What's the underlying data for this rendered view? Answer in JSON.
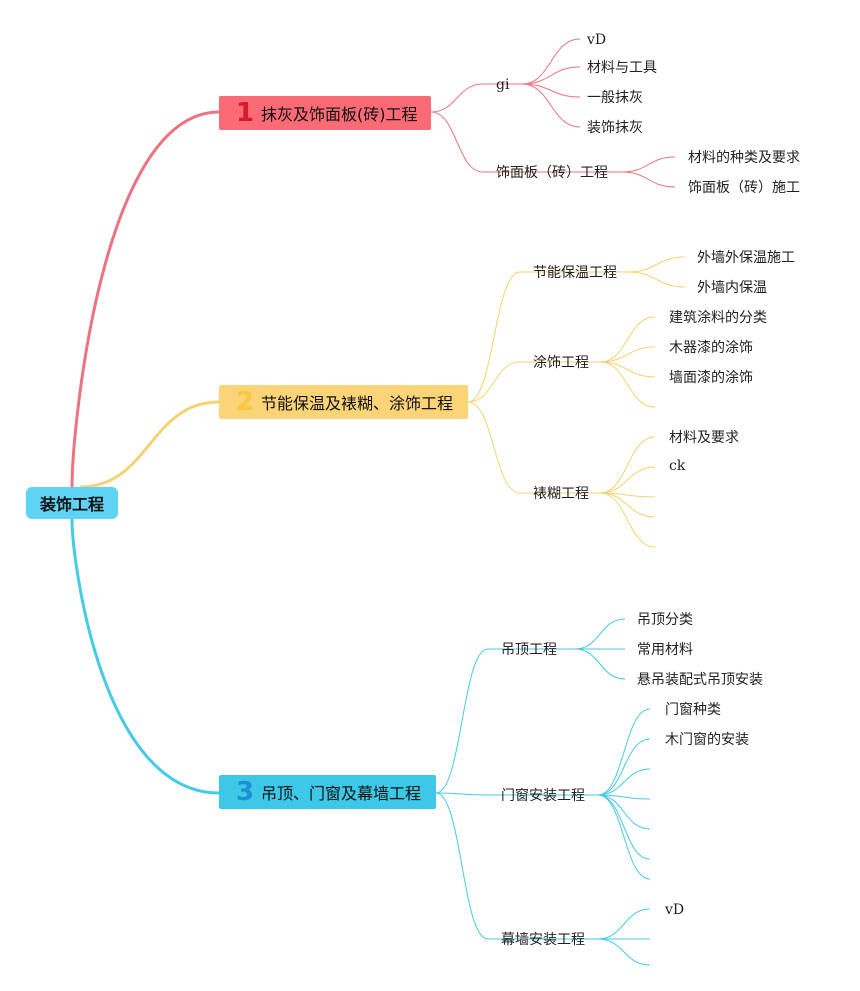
{
  "root": {
    "label": "装饰工程",
    "color": "#5fd3f3"
  },
  "branches": [
    {
      "number": "1",
      "label": "抹灰及饰面板(砖)工程",
      "color": "#fb6b76",
      "number_color": "#d81b2a",
      "line_color": "#ec7380",
      "children": [
        {
          "label": "gi",
          "children": [
            "vD",
            "材料与工具",
            "一般抹灰",
            "装饰抹灰"
          ]
        },
        {
          "label": "饰面板（砖）工程",
          "children": [
            "材料的种类及要求",
            "饰面板（砖）施工"
          ]
        }
      ]
    },
    {
      "number": "2",
      "label": "节能保温及裱糊、涂饰工程",
      "color": "#fcd478",
      "number_color": "#f9c83e",
      "line_color": "#f4d372",
      "children": [
        {
          "label": "节能保温工程",
          "children": [
            "外墙外保温施工",
            "外墙内保温"
          ]
        },
        {
          "label": "涂饰工程",
          "children": [
            "建筑涂料的分类",
            "木器漆的涂饰",
            "墙面漆的涂饰",
            ""
          ]
        },
        {
          "label": "裱糊工程",
          "children": [
            "材料及要求",
            "ck",
            "",
            "",
            ""
          ]
        }
      ]
    },
    {
      "number": "3",
      "label": "吊顶、门窗及幕墙工程",
      "color": "#3cc8e6",
      "number_color": "#1f8fd4",
      "line_color": "#45cbe4",
      "children": [
        {
          "label": "吊顶工程",
          "children": [
            "吊顶分类",
            "常用材料",
            "悬吊装配式吊顶安装"
          ]
        },
        {
          "label": "门窗安装工程",
          "children": [
            "门窗种类",
            "木门窗的安装",
            "",
            "",
            "",
            "",
            ""
          ]
        },
        {
          "label": "幕墙安装工程",
          "children": [
            "vD",
            "",
            ""
          ]
        }
      ]
    }
  ]
}
